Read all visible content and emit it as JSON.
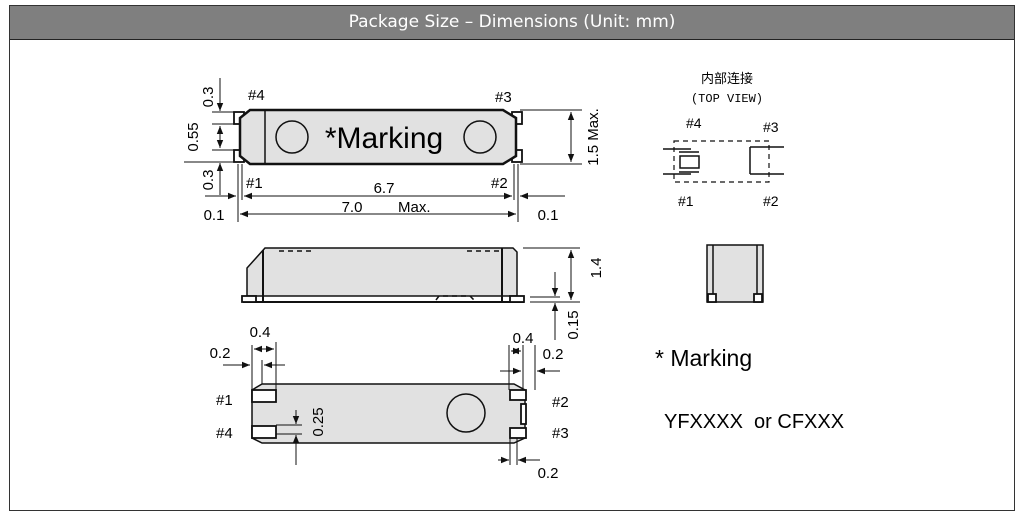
{
  "title": "Package Size – Dimensions (Unit: mm)",
  "top_view": {
    "marking": "*Marking",
    "pins": {
      "p1": "#1",
      "p2": "#2",
      "p3": "#3",
      "p4": "#4"
    },
    "dims": {
      "top_margin": "0.3",
      "gap": "0.55",
      "bottom_margin": "0.3",
      "length": "6.7",
      "max_length": "7.0",
      "max_label": "Max.",
      "left_offset": "0.1",
      "right_offset": "0.1",
      "height": "1.5 Max."
    }
  },
  "side_view": {
    "dims": {
      "height": "1.4",
      "standoff": "0.15"
    }
  },
  "bottom_view": {
    "pins": {
      "p1": "#1",
      "p2": "#2",
      "p3": "#3",
      "p4": "#4"
    },
    "dims": {
      "left_pad": "0.4",
      "left_gap": "0.2",
      "right_pad": "0.4",
      "right_gap": "0.2",
      "pad_height": "0.25",
      "bottom_gap": "0.2"
    }
  },
  "internal": {
    "title_cn": "内部连接",
    "title_en": "(TOP VIEW)",
    "pins": {
      "p1": "#1",
      "p2": "#2",
      "p3": "#3",
      "p4": "#4"
    }
  },
  "legend": {
    "marking_label": "* Marking",
    "marking_value": "YFXXXX  or CFXXX"
  }
}
